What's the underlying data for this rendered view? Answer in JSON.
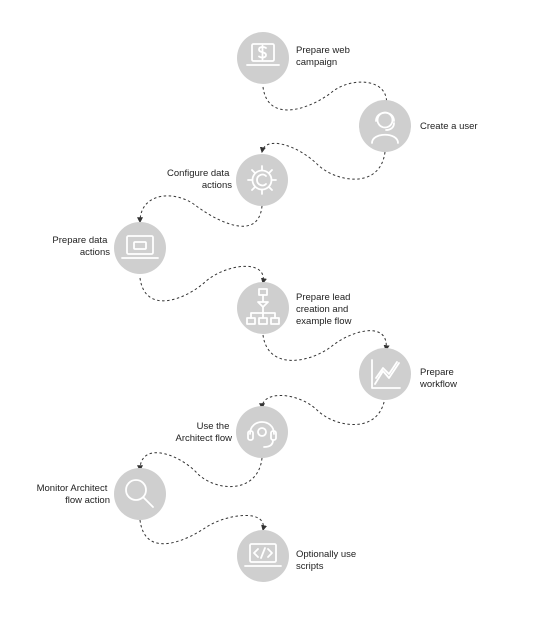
{
  "diagram": {
    "steps": [
      {
        "id": "s1",
        "lines": [
          "Prepare web",
          "campaign"
        ],
        "icon": "dollar-laptop-icon"
      },
      {
        "id": "s2",
        "lines": [
          "Create a user"
        ],
        "icon": "user-headset-icon"
      },
      {
        "id": "s3",
        "lines": [
          "Configure data",
          "actions"
        ],
        "icon": "gear-icon"
      },
      {
        "id": "s4",
        "lines": [
          "Prepare data",
          "actions"
        ],
        "icon": "laptop-icon"
      },
      {
        "id": "s5",
        "lines": [
          "Prepare lead",
          "creation and",
          "example flow"
        ],
        "icon": "flowchart-icon"
      },
      {
        "id": "s6",
        "lines": [
          "Prepare",
          "workflow"
        ],
        "icon": "trend-chart-icon"
      },
      {
        "id": "s7",
        "lines": [
          "Use the",
          "Architect flow"
        ],
        "icon": "headset-icon"
      },
      {
        "id": "s8",
        "lines": [
          "Monitor Architect",
          "flow action"
        ],
        "icon": "magnifier-icon"
      },
      {
        "id": "s9",
        "lines": [
          "Optionally use",
          "scripts"
        ],
        "icon": "code-laptop-icon"
      }
    ],
    "colors": {
      "circle": "#cfcfcf",
      "glyph": "#ffffff",
      "text": "#222222",
      "connector": "#333333"
    }
  }
}
